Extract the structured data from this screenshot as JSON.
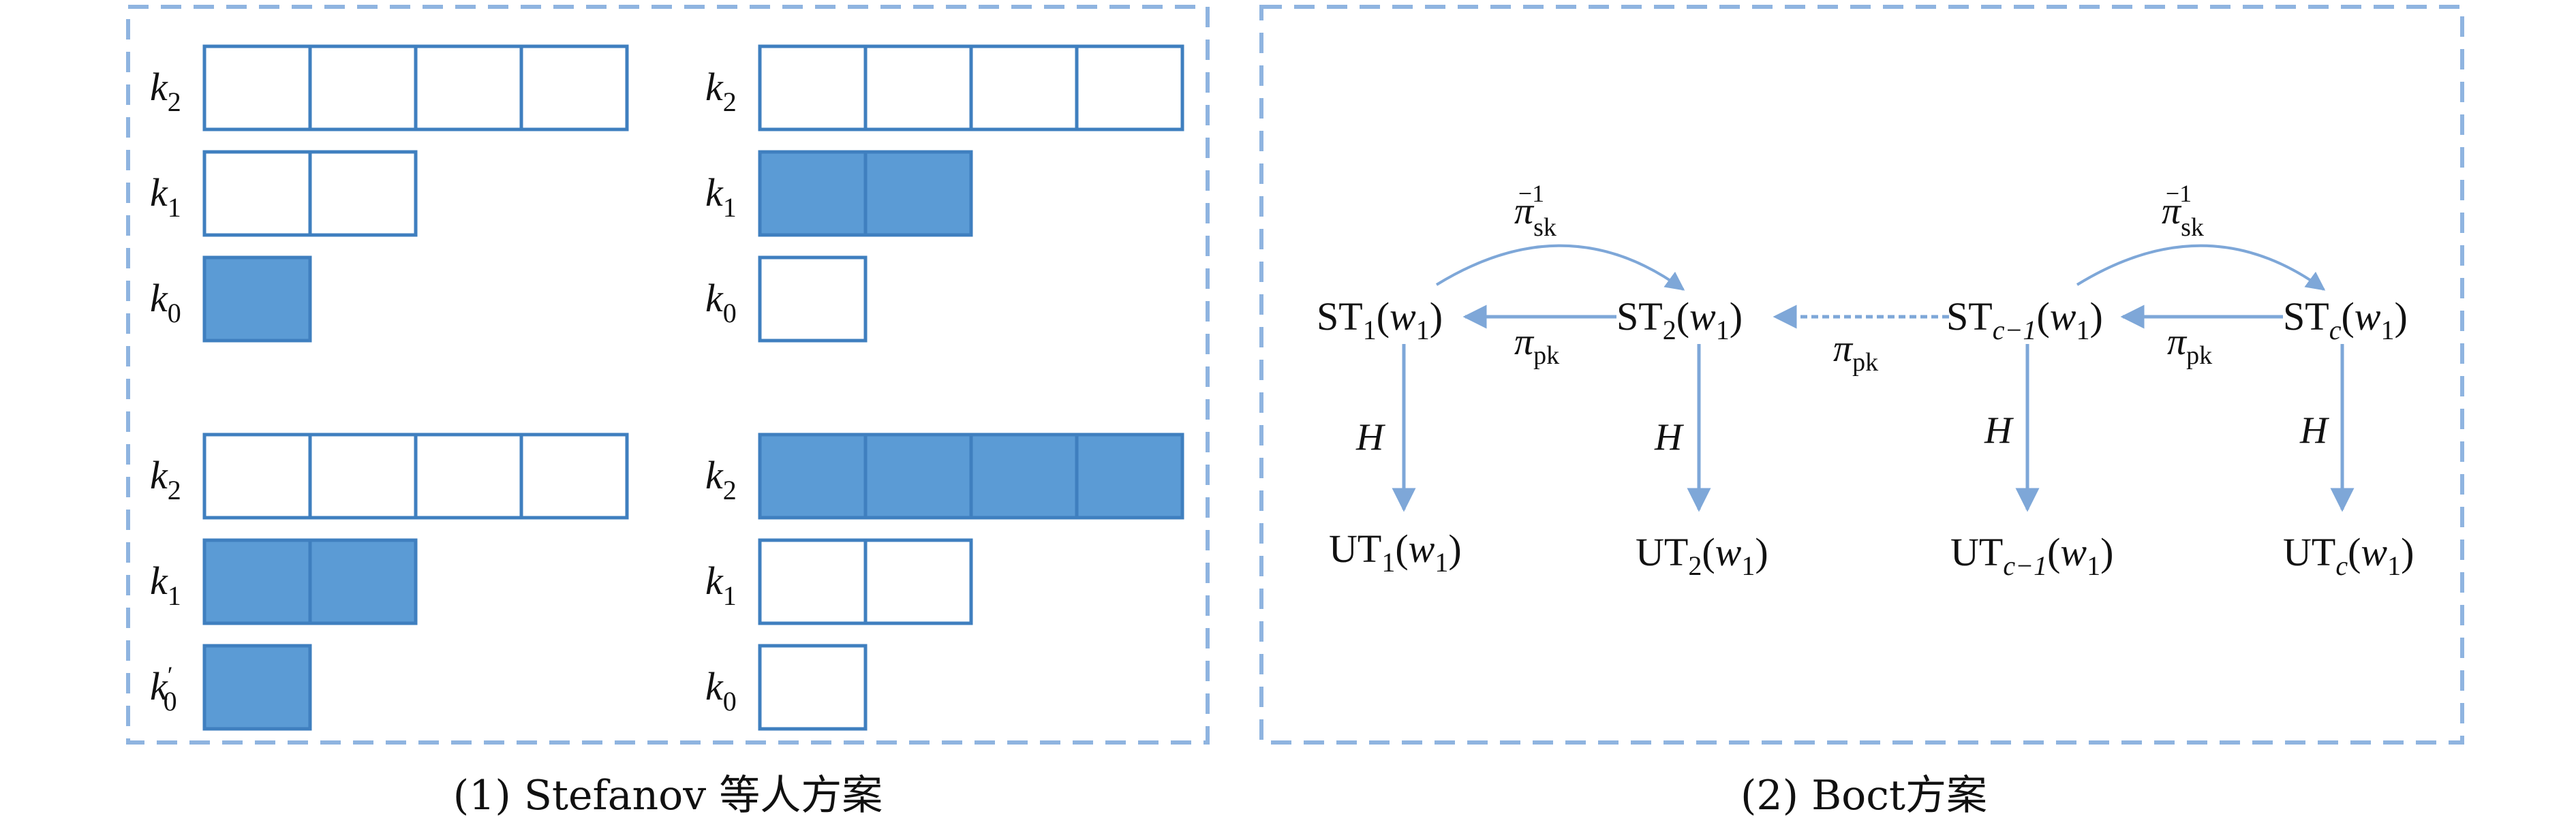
{
  "panels": [
    {
      "caption": "(1) Stefanov 等人方案",
      "groups": [
        {
          "rows": [
            {
              "label": "k",
              "sub": "2",
              "prime": false,
              "count": 4,
              "filled": false
            },
            {
              "label": "k",
              "sub": "1",
              "prime": false,
              "count": 2,
              "filled": false
            },
            {
              "label": "k",
              "sub": "0",
              "prime": false,
              "count": 1,
              "filled": true
            }
          ]
        },
        {
          "rows": [
            {
              "label": "k",
              "sub": "2",
              "prime": false,
              "count": 4,
              "filled": false
            },
            {
              "label": "k",
              "sub": "1",
              "prime": false,
              "count": 2,
              "filled": true
            },
            {
              "label": "k",
              "sub": "0",
              "prime": false,
              "count": 1,
              "filled": false
            }
          ]
        },
        {
          "rows": [
            {
              "label": "k",
              "sub": "2",
              "prime": false,
              "count": 4,
              "filled": false
            },
            {
              "label": "k",
              "sub": "1",
              "prime": false,
              "count": 2,
              "filled": true
            },
            {
              "label": "k",
              "sub": "0",
              "prime": true,
              "count": 1,
              "filled": true
            }
          ]
        },
        {
          "rows": [
            {
              "label": "k",
              "sub": "2",
              "prime": false,
              "count": 4,
              "filled": true
            },
            {
              "label": "k",
              "sub": "1",
              "prime": false,
              "count": 2,
              "filled": false
            },
            {
              "label": "k",
              "sub": "0",
              "prime": false,
              "count": 1,
              "filled": false
            }
          ]
        }
      ]
    },
    {
      "caption": "(2) Boct方案",
      "nodes": {
        "st": [
          {
            "base": "ST",
            "sub": "1",
            "arg": "w",
            "argsub": "1"
          },
          {
            "base": "ST",
            "sub": "2",
            "arg": "w",
            "argsub": "1"
          },
          {
            "base": "ST",
            "sub": "c−1",
            "arg": "w",
            "argsub": "1"
          },
          {
            "base": "ST",
            "sub": "c",
            "arg": "w",
            "argsub": "1"
          }
        ],
        "ut": [
          {
            "base": "UT",
            "sub": "1",
            "arg": "w",
            "argsub": "1"
          },
          {
            "base": "UT",
            "sub": "2",
            "arg": "w",
            "argsub": "1"
          },
          {
            "base": "UT",
            "sub": "c−1",
            "arg": "w",
            "argsub": "1"
          },
          {
            "base": "UT",
            "sub": "c",
            "arg": "w",
            "argsub": "1"
          }
        ]
      },
      "edge_labels": {
        "hash": "H",
        "pi": "π",
        "pk_sub": "pk",
        "sk_sub": "sk",
        "inverse_sup": "−1"
      }
    }
  ],
  "colors": {
    "fill": "#5b9bd5",
    "stroke": "#3f7fbf",
    "dash": "#8fb4e0",
    "arrow": "#7ea7d8",
    "text": "#111111"
  }
}
